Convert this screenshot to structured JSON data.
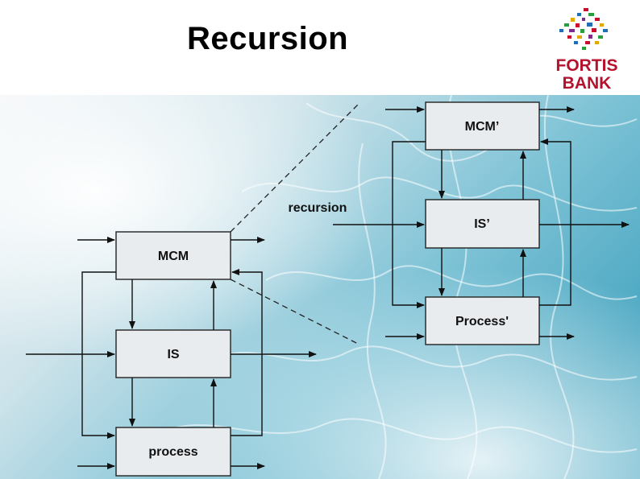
{
  "slide": {
    "title": "Recursion"
  },
  "logo": {
    "line1": "FORTIS",
    "line2": "BANK",
    "color": "#b5122e"
  },
  "diagram": {
    "left_boxes": [
      "MCM",
      "IS",
      "process"
    ],
    "right_boxes": [
      "MCM’",
      "IS’",
      "Process'"
    ],
    "connector_label": "recursion"
  }
}
